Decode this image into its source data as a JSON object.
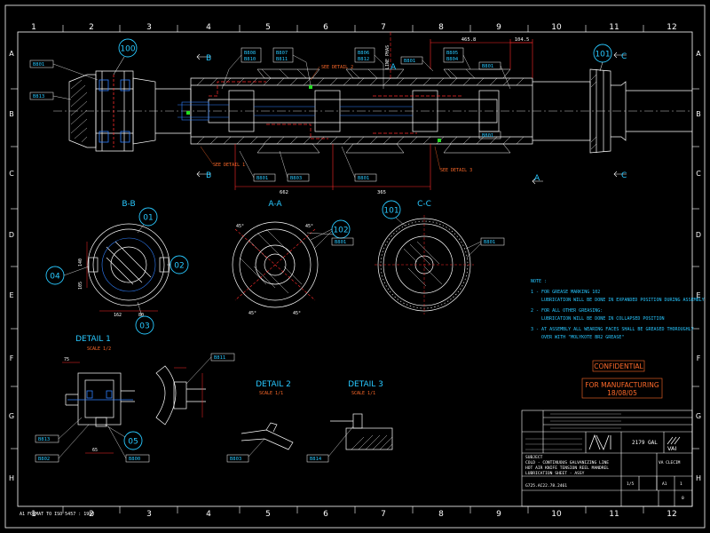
{
  "sheet": {
    "columns": [
      "1",
      "2",
      "3",
      "4",
      "5",
      "6",
      "7",
      "8",
      "9",
      "10",
      "11",
      "12"
    ],
    "rows": [
      "A",
      "B",
      "C",
      "D",
      "E",
      "F",
      "G",
      "H"
    ],
    "footer_note": "A1 FORMAT TO ISO 5457 : 1980"
  },
  "colors": {
    "background": "#000000",
    "frame": "#ffffff",
    "part": "#ffffff",
    "dimension": "#ff2b2b",
    "balloon": "#28c8ff",
    "leader": "#ffffff",
    "note": "#27c6ff",
    "confidential": "#ff6a2a",
    "hidden": "#3080ff",
    "grease": "#22dd22"
  },
  "main_view": {
    "section_markers": [
      "B",
      "B",
      "A",
      "A",
      "C",
      "C"
    ],
    "balloons": [
      "100",
      "101"
    ],
    "tags_left": [
      "B801",
      "B813"
    ],
    "tags_top": [
      "B808",
      "B810",
      "B807",
      "B811",
      "B806",
      "B812",
      "B801",
      "B805",
      "B804",
      "B801"
    ],
    "tags_bottom": [
      "B801",
      "B803",
      "B801",
      "B801"
    ],
    "see_details": [
      "SEE DETAIL 2",
      "SEE DETAIL 1",
      "SEE DETAIL 3"
    ],
    "dims_top": [
      "465.8",
      "104.5"
    ],
    "dims_bottom": [
      "662",
      "365"
    ],
    "vertical_label": "LINE PHAS"
  },
  "sections": {
    "bb": {
      "title": "B-B",
      "balloons": [
        "01",
        "02",
        "03",
        "04"
      ],
      "dims": [
        "162",
        "80",
        "140",
        "105"
      ]
    },
    "aa": {
      "title": "A-A",
      "balloon": "102",
      "tag": "B801",
      "dims": [
        "45°",
        "45°",
        "45°",
        "45°"
      ]
    },
    "cc": {
      "title": "C-C",
      "balloon": "101",
      "tag": "B801"
    }
  },
  "details": {
    "d1": {
      "title": "DETAIL 1",
      "scale": "SCALE 1/2",
      "balloon": "05",
      "tags": [
        "B813",
        "B802",
        "B800"
      ],
      "dims": [
        "75",
        "65"
      ]
    },
    "d1b": {
      "tag": "B811"
    },
    "d2": {
      "title": "DETAIL 2",
      "scale": "SCALE 1/1",
      "tag": "B803"
    },
    "d3": {
      "title": "DETAIL 3",
      "scale": "SCALE 1/1",
      "tag": "B814"
    }
  },
  "notes": {
    "heading": "NOTE :",
    "lines": [
      "1 - FOR GREASE MARKING 102",
      "LUBRICATION WILL BE DONE IN EXPANDED POSITION DURING ASSEMBLY",
      "2 - FOR ALL OTHER GREASING:",
      "LUBRICATION WILL BE DONE IN COLLAPSED POSITION",
      "3 - AT ASSEMBLY ALL WEARING FACES SHALL BE GREASED THOROUGHLY",
      "OVER WITH \"MOLYKOTE BR2 GREASE\""
    ]
  },
  "stamps": {
    "confidential": "CONFIDENTIAL",
    "manufacturing_1": "FOR MANUFACTURING",
    "manufacturing_2": "18/08/05"
  },
  "title_block": {
    "company": "VAI",
    "company_full": "VA CLECIM",
    "code": "2179 GAL",
    "subject": "SUBJECT",
    "title_1": "COLD - CONTINUOUS GALVANIZING LINE",
    "title_2": "HOT AIR KNIFE TENSION REEL MANDREL",
    "title_3": "LUBRICATION SHEET - ASSY",
    "scale": "1/5",
    "drawing_number": "G725.AC22.78.2461",
    "size": "A1",
    "sheet_number": "1",
    "revision": "0"
  }
}
